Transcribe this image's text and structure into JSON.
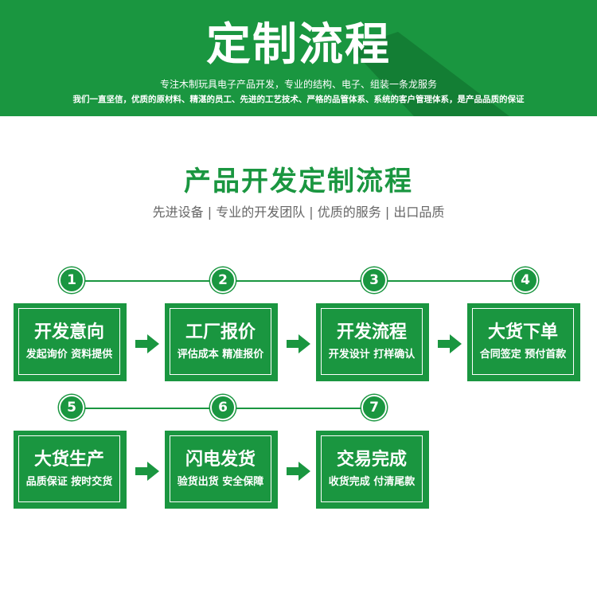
{
  "banner": {
    "title": "定制流程",
    "subtitle": "专注木制玩具电子产品开发，专业的结构、电子、组装一条龙服务",
    "tagline": "我们一直坚信，优质的原材料、精湛的员工、先进的工艺技术、严格的品管体系、系统的客户管理体系，是产品品质的保证"
  },
  "section": {
    "title": "产品开发定制流程",
    "subtitle": "先进设备 | 专业的开发团队 | 优质的服务 | 出口品质"
  },
  "colors": {
    "brand_green": "#1a9640",
    "banner_shadow": "#137a33",
    "subtitle_gray": "#666666"
  },
  "steps": [
    {
      "number": "1",
      "title": "开发意向",
      "desc": "发起询价 资料提供"
    },
    {
      "number": "2",
      "title": "工厂报价",
      "desc": "评估成本 精准报价"
    },
    {
      "number": "3",
      "title": "开发流程",
      "desc": "开发设计 打样确认"
    },
    {
      "number": "4",
      "title": "大货下单",
      "desc": "合同签定 预付首款"
    },
    {
      "number": "5",
      "title": "大货生产",
      "desc": "品质保证 按时交货"
    },
    {
      "number": "6",
      "title": "闪电发货",
      "desc": "验货出货 安全保障"
    },
    {
      "number": "7",
      "title": "交易完成",
      "desc": "收货完成 付清尾款"
    }
  ]
}
